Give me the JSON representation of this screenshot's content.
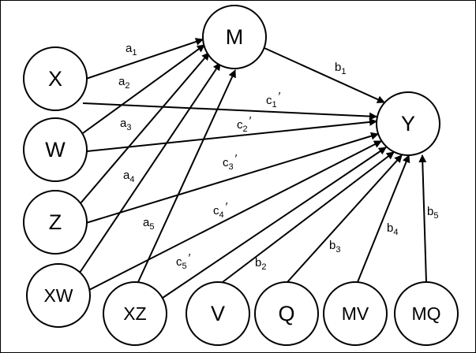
{
  "diagram": {
    "nodes": [
      {
        "id": "X",
        "label": "X"
      },
      {
        "id": "W",
        "label": "W"
      },
      {
        "id": "Z",
        "label": "Z"
      },
      {
        "id": "XW",
        "label": "XW"
      },
      {
        "id": "M",
        "label": "M"
      },
      {
        "id": "Y",
        "label": "Y"
      },
      {
        "id": "XZ",
        "label": "XZ"
      },
      {
        "id": "V",
        "label": "V"
      },
      {
        "id": "Q",
        "label": "Q"
      },
      {
        "id": "MV",
        "label": "MV"
      },
      {
        "id": "MQ",
        "label": "MQ"
      }
    ],
    "edges": [
      {
        "from": "X",
        "to": "M",
        "label": {
          "base": "a",
          "sub": "1",
          "prime": ""
        }
      },
      {
        "from": "W",
        "to": "M",
        "label": {
          "base": "a",
          "sub": "2",
          "prime": ""
        }
      },
      {
        "from": "Z",
        "to": "M",
        "label": {
          "base": "a",
          "sub": "3",
          "prime": ""
        }
      },
      {
        "from": "XW",
        "to": "M",
        "label": {
          "base": "a",
          "sub": "4",
          "prime": ""
        }
      },
      {
        "from": "XZ",
        "to": "M",
        "label": {
          "base": "a",
          "sub": "5",
          "prime": ""
        }
      },
      {
        "from": "M",
        "to": "Y",
        "label": {
          "base": "b",
          "sub": "1",
          "prime": ""
        }
      },
      {
        "from": "X",
        "to": "Y",
        "label": {
          "base": "c",
          "sub": "1",
          "prime": "′"
        }
      },
      {
        "from": "W",
        "to": "Y",
        "label": {
          "base": "c",
          "sub": "2",
          "prime": "′"
        }
      },
      {
        "from": "Z",
        "to": "Y",
        "label": {
          "base": "c",
          "sub": "3",
          "prime": "′"
        }
      },
      {
        "from": "XW",
        "to": "Y",
        "label": {
          "base": "c",
          "sub": "4",
          "prime": "′"
        }
      },
      {
        "from": "XZ",
        "to": "Y",
        "label": {
          "base": "c",
          "sub": "5",
          "prime": "′"
        }
      },
      {
        "from": "V",
        "to": "Y",
        "label": {
          "base": "b",
          "sub": "2",
          "prime": ""
        }
      },
      {
        "from": "Q",
        "to": "Y",
        "label": {
          "base": "b",
          "sub": "3",
          "prime": ""
        }
      },
      {
        "from": "MV",
        "to": "Y",
        "label": {
          "base": "b",
          "sub": "4",
          "prime": ""
        }
      },
      {
        "from": "MQ",
        "to": "Y",
        "label": {
          "base": "b",
          "sub": "5",
          "prime": ""
        }
      }
    ]
  }
}
